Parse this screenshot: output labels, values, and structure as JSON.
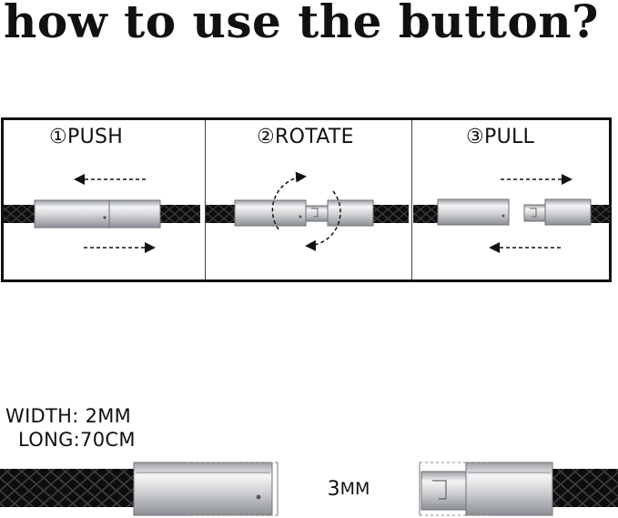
{
  "heading": "how to use the button?",
  "steps": [
    {
      "num": "①",
      "label": "PUSH"
    },
    {
      "num": "②",
      "label": "ROTATE"
    },
    {
      "num": "③",
      "label": "PULL"
    }
  ],
  "specs": {
    "width": "WIDTH: 2MM",
    "long": "LONG:70CM"
  },
  "dimension": {
    "value": "3",
    "unit": "MM"
  },
  "icons": [
    "dashed-arrow-left",
    "dashed-arrow-right",
    "rotate-arrows"
  ],
  "colors": {
    "cord": "#111111",
    "metal": "#c9cbcf",
    "frame": "#111111"
  }
}
